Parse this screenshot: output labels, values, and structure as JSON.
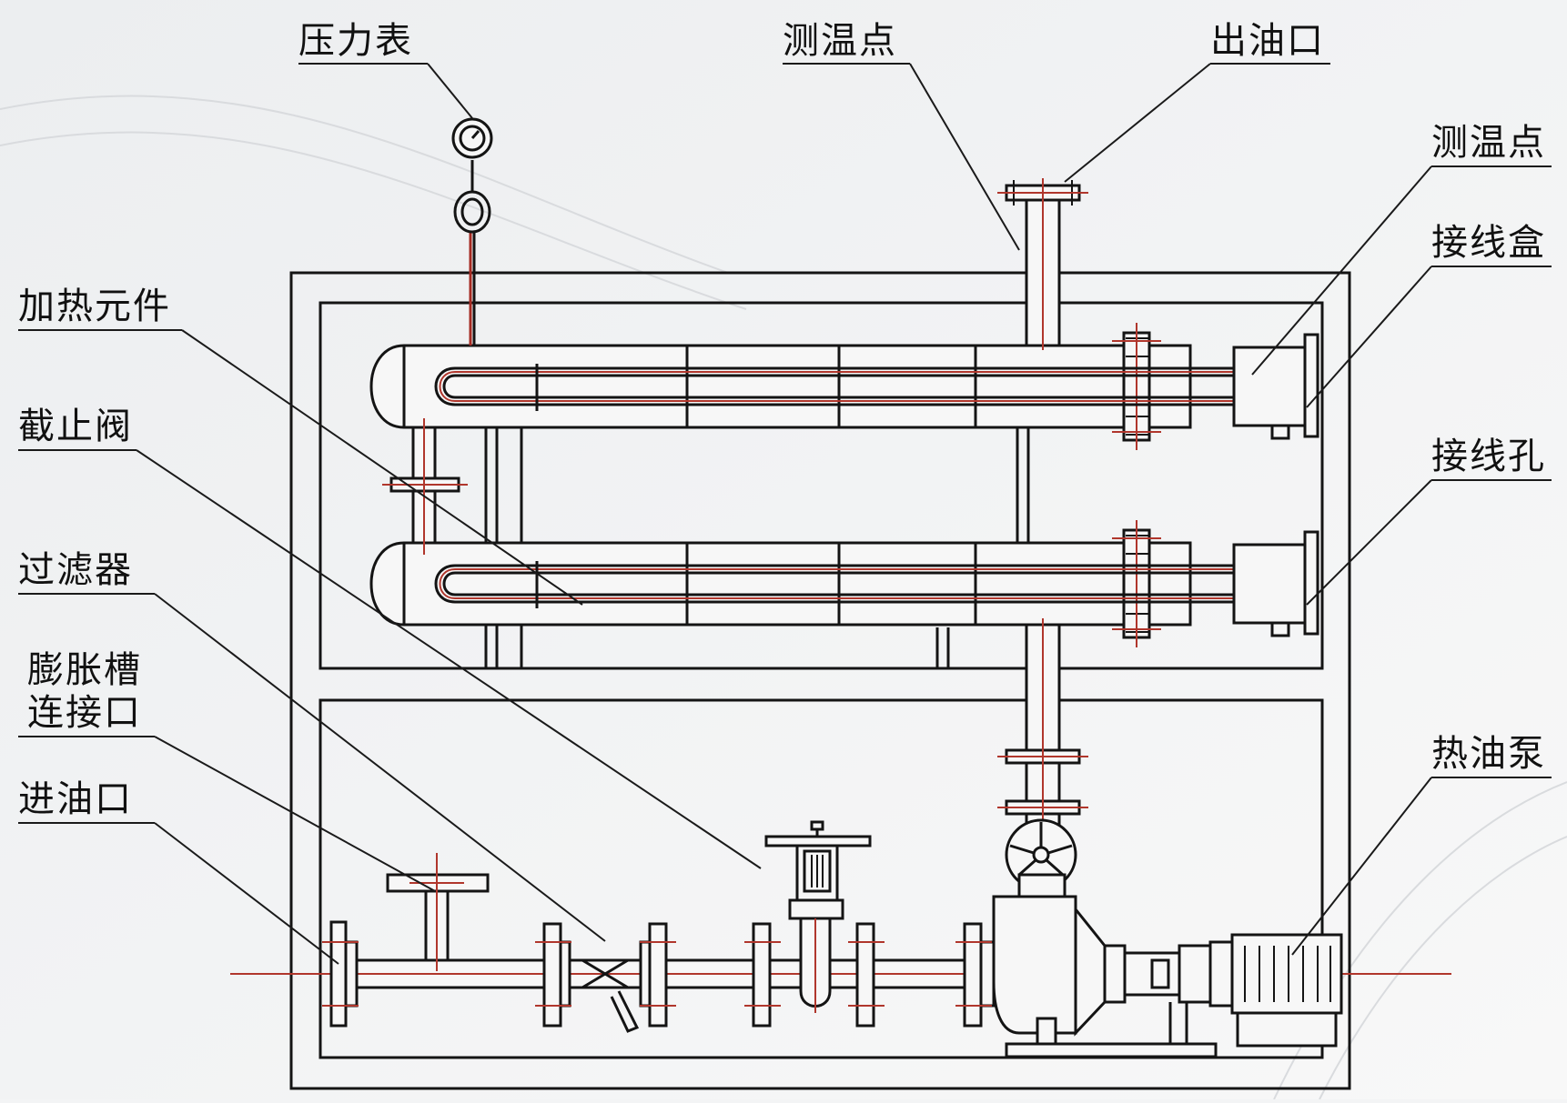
{
  "labels": {
    "pressure_gauge": "压力表",
    "temp_point_top": "测温点",
    "oil_outlet": "出油口",
    "temp_point_right": "测温点",
    "junction_box": "接线盒",
    "heating_element": "加热元件",
    "stop_valve": "截止阀",
    "wiring_hole": "接线孔",
    "filter": "过滤器",
    "expansion_tank_port_line1": "膨胀槽",
    "expansion_tank_port_line2": "连接口",
    "oil_inlet": "进油口",
    "hot_oil_pump": "热油泵"
  },
  "colors": {
    "line": "#141414",
    "pipe_center": "#b0362c",
    "background": "#f3f4f5"
  }
}
